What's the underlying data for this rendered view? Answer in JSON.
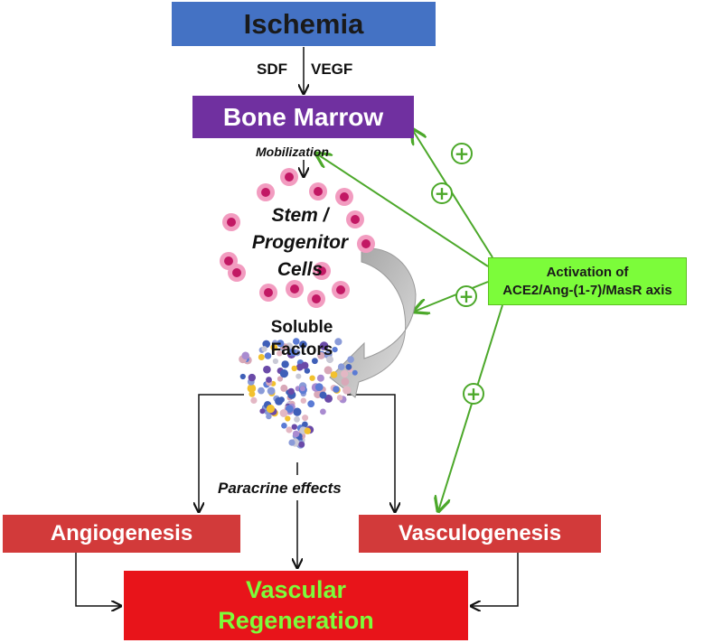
{
  "nodes": {
    "ischemia": "Ischemia",
    "bone_marrow": "Bone Marrow",
    "activation_line1": "Activation of",
    "activation_line2": "ACE2/Ang-(1-7)/MasR axis",
    "angiogenesis": "Angiogenesis",
    "vasculogenesis": "Vasculogenesis",
    "regeneration_line1": "Vascular",
    "regeneration_line2": "Regeneration"
  },
  "labels": {
    "sdf": "SDF",
    "vegf": "VEGF",
    "mobilization": "Mobilization",
    "stem_line1": "Stem /",
    "stem_line2": "Progenitor",
    "stem_line3": "Cells",
    "soluble_line1": "Soluble",
    "soluble_line2": "Factors",
    "paracrine": "Paracrine effects"
  },
  "symbols": {
    "plus": "+"
  },
  "colors": {
    "ischemia": "#4472c4",
    "bone_marrow": "#7030a0",
    "activation": "#7cfc3a",
    "effects": "#d23a3a",
    "regeneration": "#e8141a",
    "regeneration_text": "#7cfc3a",
    "green_arrows": "#4ca82a",
    "cell_outer": "#f29cc0",
    "cell_inner": "#c21864"
  }
}
